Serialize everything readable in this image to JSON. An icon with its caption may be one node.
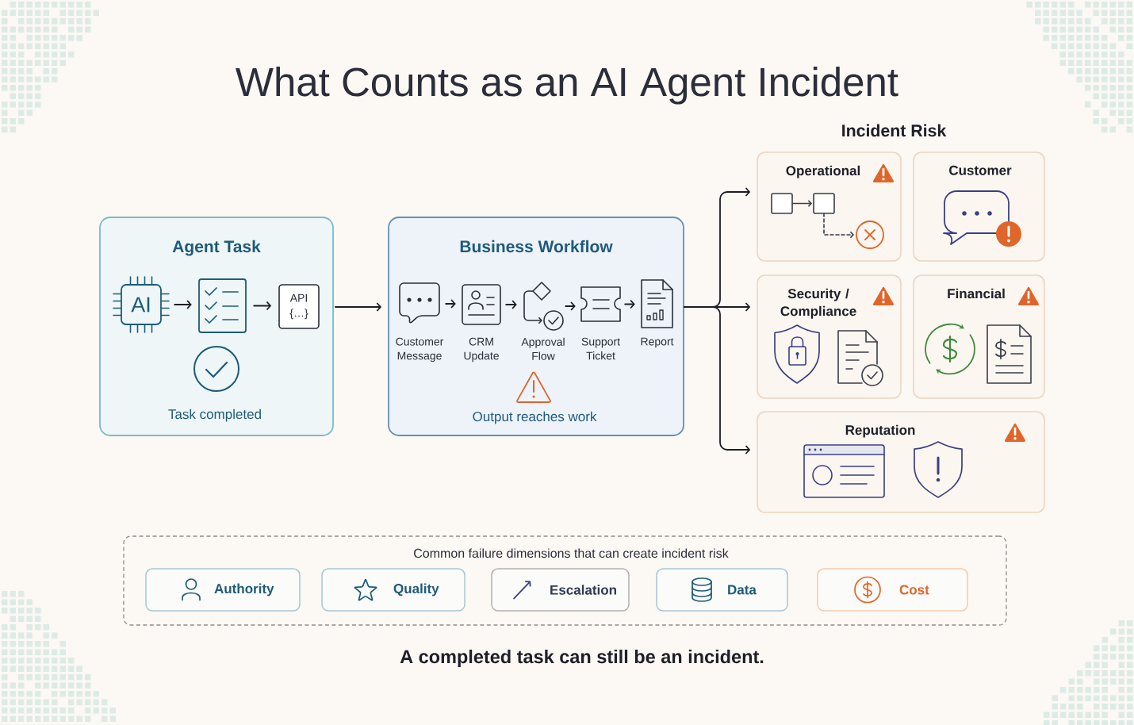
{
  "diagram": {
    "title": "What Counts as an AI Agent Incident",
    "caption": "A completed task can still be an incident.",
    "nodes": [
      {
        "text": [
          "Agent Task",
          "Task completed"
        ]
      },
      {
        "text": [
          "AI"
        ],
        "in": 0
      },
      {
        "text": [],
        "shape": "picture",
        "in": 0
      },
      {
        "text": [
          "API",
          "{…}"
        ],
        "in": 0
      },
      {
        "text": [
          "Business Workflow",
          "Output reaches work"
        ]
      },
      {
        "text": [],
        "shape": "picture",
        "beside": [
          "Customer Message"
        ],
        "in": 4
      },
      {
        "text": [],
        "shape": "picture",
        "beside": [
          "CRM Update"
        ],
        "in": 4
      },
      {
        "text": [],
        "shape": "picture",
        "beside": [
          "Approval Flow"
        ],
        "in": 4
      },
      {
        "text": [],
        "shape": "picture",
        "beside": [
          "Support Ticket"
        ],
        "in": 4
      },
      {
        "text": [],
        "shape": "picture",
        "beside": [
          "Report"
        ],
        "in": 4
      },
      {
        "text": [
          "Operational"
        ]
      },
      {
        "text": [
          "Customer"
        ]
      },
      {
        "text": [
          "Security / Compliance"
        ]
      },
      {
        "text": [
          "Financial"
        ]
      },
      {
        "text": [
          "Reputation"
        ]
      },
      {
        "text": [
          "Common failure dimensions that can create incident risk"
        ]
      },
      {
        "text": [
          "Authority"
        ],
        "in": 15
      },
      {
        "text": [
          "Quality"
        ],
        "in": 15
      },
      {
        "text": [
          "Escalation"
        ],
        "in": 15
      },
      {
        "text": [
          "Data"
        ],
        "in": 15
      },
      {
        "text": [
          "Cost"
        ],
        "in": 15
      }
    ],
    "edges": [
      {
        "from": 1,
        "to": 2,
        "arrow": "to"
      },
      {
        "from": 2,
        "to": 3,
        "arrow": "to"
      },
      {
        "from": 0,
        "to": 4,
        "arrow": "to"
      },
      {
        "from": 5,
        "to": 6,
        "arrow": "to"
      },
      {
        "from": 6,
        "to": 7,
        "arrow": "to"
      },
      {
        "from": 7,
        "to": 8,
        "arrow": "to"
      },
      {
        "from": 8,
        "to": 9,
        "arrow": "to"
      },
      {
        "from": 4,
        "to": 10,
        "arrow": "to"
      },
      {
        "from": 4,
        "to": 12,
        "arrow": "to"
      },
      {
        "from": 4,
        "to": 14,
        "arrow": "to"
      }
    ],
    "labels": [
      "Incident Risk"
    ]
  }
}
